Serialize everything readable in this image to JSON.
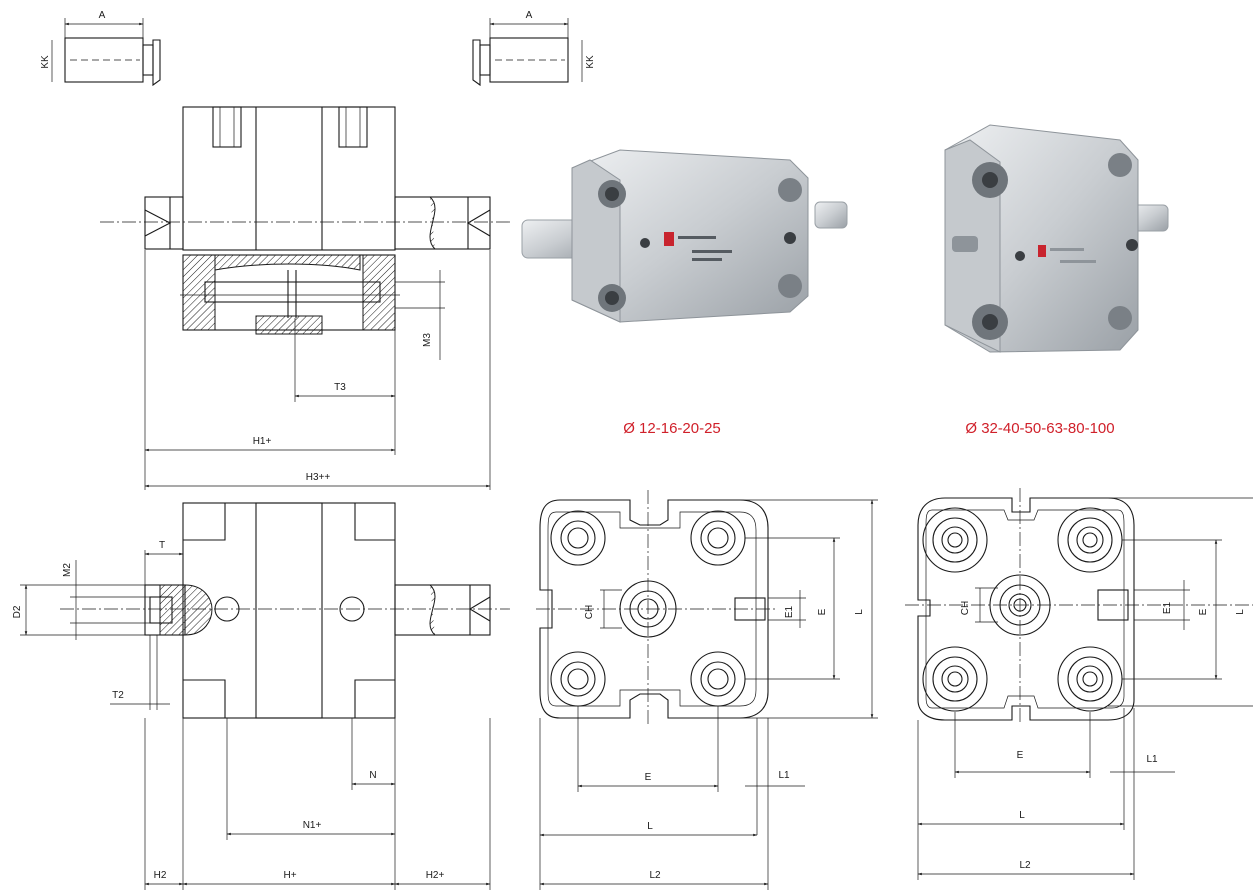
{
  "captions": {
    "small_bores": "Ø 12-16-20-25",
    "large_bores": "Ø 32-40-50-63-80-100"
  },
  "labels": {
    "a_left": "A",
    "kk_left": "KK",
    "a_right": "A",
    "kk_right": "KK",
    "m3": "M3",
    "t3": "T3",
    "h1": "H1+",
    "h3": "H3++",
    "m2": "M2",
    "d2": "D2",
    "t": "T",
    "t2": "T2",
    "n": "N",
    "n1": "N1+",
    "h2_left": "H2",
    "h": "H+",
    "h2_right": "H2+",
    "ch_small": "CH",
    "e1_small": "E1",
    "e_vert_small": "E",
    "l_vert_small": "L",
    "e_horiz_small": "E",
    "l1_small": "L1",
    "l_horiz_small": "L",
    "l2_small": "L2",
    "ch_large": "CH",
    "e1_large": "E1",
    "e_vert_large": "E",
    "l_vert_large": "L",
    "e_horiz_large": "E",
    "l1_large": "L1",
    "l_horiz_large": "L",
    "l2_large": "L2"
  },
  "colors": {
    "caption": "#d0202a",
    "line": "#1a1a1a"
  }
}
